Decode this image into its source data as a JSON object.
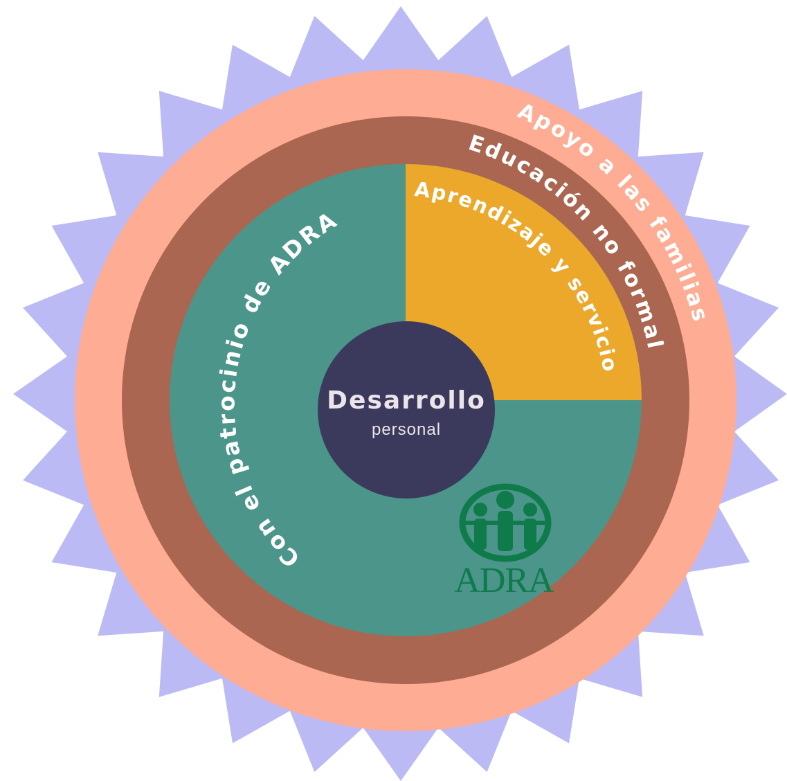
{
  "rings": {
    "outer_label": "Apoyo a las familias",
    "middle_label": "Educación no formal",
    "inner_label": "Aprendizaje y servicio",
    "left_label": "Con el patrocinio de ADRA"
  },
  "center": {
    "title": "Desarrollo",
    "subtitle": "personal"
  },
  "logo": {
    "wordmark": "ADRA"
  },
  "colors": {
    "starburst": "#bbbaf5",
    "outer_ring": "#feac94",
    "middle_ring": "#aa6650",
    "inner_disc": "#4b958b",
    "quadrant": "#eba82b",
    "center_circle": "#3b3a5c",
    "logo_green": "#0f7a4a"
  }
}
